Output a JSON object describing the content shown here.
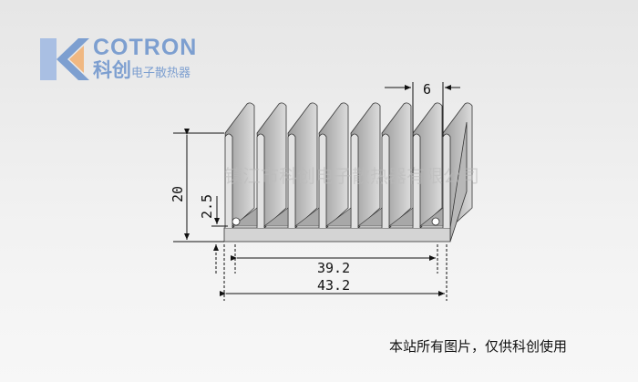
{
  "logo": {
    "brand": "COTRON",
    "cn_main": "科创",
    "cn_sub": "电子散热器"
  },
  "dimensions": {
    "height": "20",
    "base_thickness": "2.5",
    "inner_width": "39.2",
    "total_width": "43.2",
    "fin_pitch": "6"
  },
  "watermark": "镇江市科创电子散热器有限公司",
  "caption": "本站所有图片，仅供科创使用",
  "colors": {
    "logo_blue": "#7d9fd0",
    "logo_orange": "#f0b882",
    "metal": "#c8c8c8"
  }
}
